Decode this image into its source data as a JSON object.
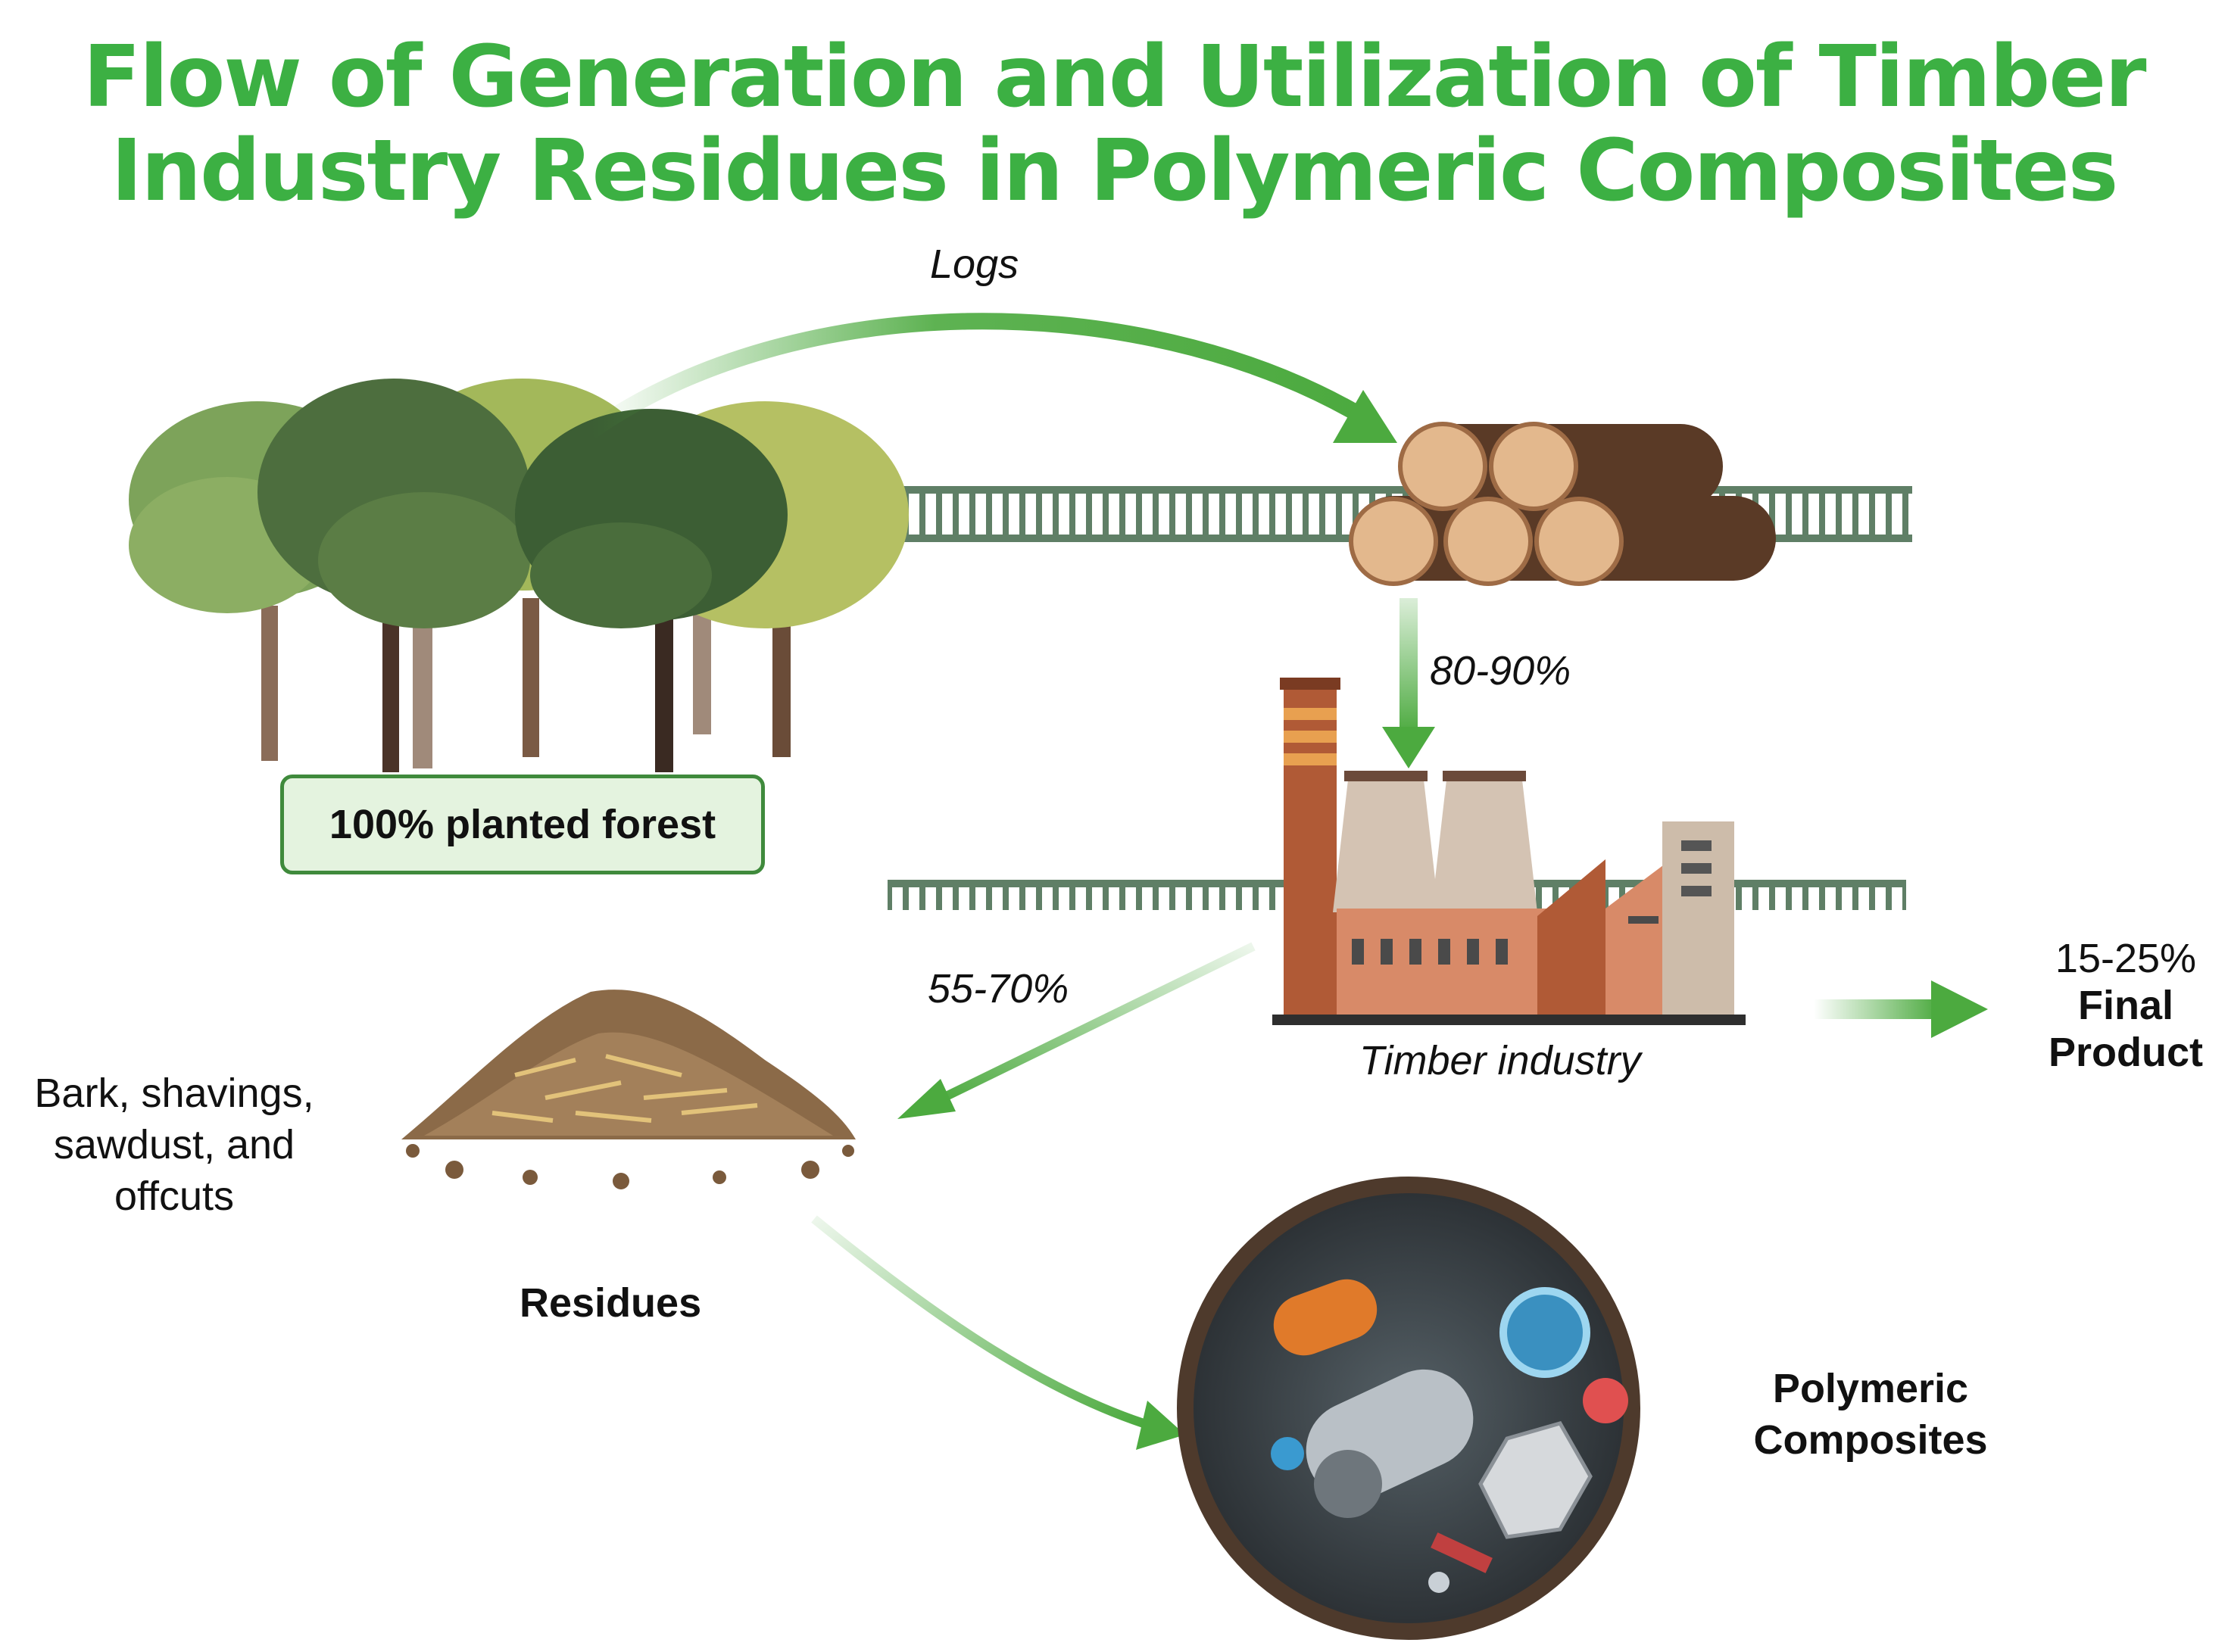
{
  "title": {
    "line1": "Flow of Generation and Utilization of Timber",
    "line2": "Industry Residues in Polymeric Composites"
  },
  "flows": {
    "logs": "Logs",
    "to_industry_pct": "80-90%",
    "to_residues_pct": "55-70%",
    "to_product_pct": "15-25%"
  },
  "nodes": {
    "forest": "100% planted forest",
    "industry": "Timber industry",
    "final_product_line1": "Final",
    "final_product_line2": "Product",
    "residues_desc_line1": "Bark, shavings,",
    "residues_desc_line2": "sawdust, and",
    "residues_desc_line3": "offcuts",
    "residues": "Residues",
    "composites_line1": "Polymeric",
    "composites_line2": "Composites"
  },
  "colors": {
    "title_green": "#3cb043",
    "arrow_green": "#4caa3f",
    "log_brown": "#5a3a26",
    "factory_brick": "#b05a36"
  }
}
